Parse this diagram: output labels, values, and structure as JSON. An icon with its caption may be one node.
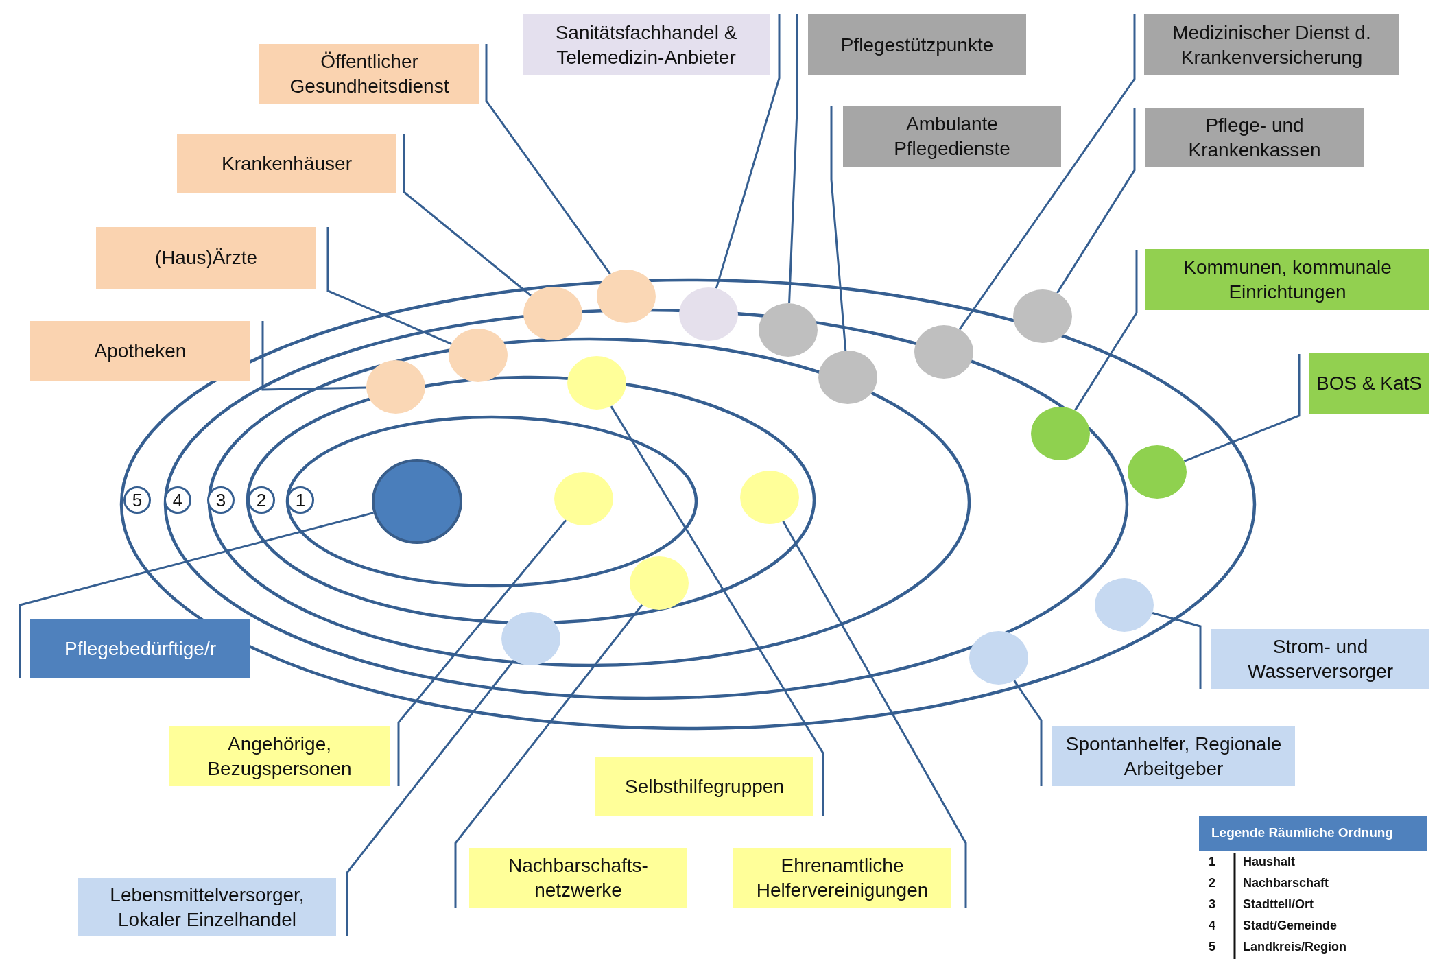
{
  "diagram": {
    "nodes": [
      {
        "text": [
          "Sanitätsfachhandel & Telemedizin-Anbieter"
        ]
      },
      {
        "text": [
          "Pflegestützpunkte"
        ]
      },
      {
        "text": [
          "Medizinischer Dienst d. Krankenversicherung"
        ]
      },
      {
        "text": [
          "Öffentlicher Gesundheitsdienst"
        ]
      },
      {
        "text": [
          "Ambulante Pflegedienste"
        ]
      },
      {
        "text": [
          "Pflege- und Krankenkassen"
        ]
      },
      {
        "text": [
          "Krankenhäuser"
        ]
      },
      {
        "text": [
          "(Haus)Ärzte"
        ]
      },
      {
        "text": [
          "Kommunen, kommunale Einrichtungen"
        ]
      },
      {
        "text": [
          "Apotheken"
        ]
      },
      {
        "text": [
          "BOS & KatS"
        ]
      },
      {
        "text": [
          "Pflegebedürftige/r"
        ]
      },
      {
        "text": [
          "Strom- und Wasserversorger"
        ]
      },
      {
        "text": [
          "Angehörige, Bezugspersonen"
        ]
      },
      {
        "text": [
          "Spontanhelfer, Regionale Arbeitgeber"
        ]
      },
      {
        "text": [
          "Selbsthilfegruppen"
        ]
      },
      {
        "text": [
          "Nachbarschafts- netzwerke"
        ]
      },
      {
        "text": [
          "Ehrenamtliche Helfervereinigungen"
        ]
      },
      {
        "text": [
          "Lebensmittelversorger, Lokaler Einzelhandel"
        ]
      },
      {
        "text": [
          "5"
        ]
      },
      {
        "text": [
          "4"
        ]
      },
      {
        "text": [
          "3"
        ]
      },
      {
        "text": [
          "2"
        ]
      },
      {
        "text": [
          "1"
        ]
      },
      {
        "text": [],
        "shape": "circle"
      },
      {
        "text": [],
        "shape": "circle"
      },
      {
        "text": [],
        "shape": "circle"
      },
      {
        "text": [],
        "shape": "circle"
      },
      {
        "text": [],
        "shape": "circle"
      },
      {
        "text": [],
        "shape": "circle"
      },
      {
        "text": [],
        "shape": "circle"
      },
      {
        "text": [],
        "shape": "circle"
      },
      {
        "text": [],
        "shape": "circle"
      },
      {
        "text": [],
        "shape": "circle"
      },
      {
        "text": [],
        "shape": "circle"
      },
      {
        "text": [],
        "shape": "circle"
      },
      {
        "text": [],
        "shape": "circle"
      },
      {
        "text": [],
        "shape": "circle"
      },
      {
        "text": [],
        "shape": "circle"
      },
      {
        "text": [],
        "shape": "circle"
      },
      {
        "text": [],
        "shape": "circle"
      },
      {
        "text": [],
        "shape": "circle"
      },
      {
        "text": [],
        "shape": "circle"
      }
    ],
    "edges": [
      {
        "from": 0,
        "to": 33,
        "arrow": "none"
      },
      {
        "from": 1,
        "to": 35,
        "arrow": "none"
      },
      {
        "from": 2,
        "to": 37,
        "arrow": "none"
      },
      {
        "from": 3,
        "to": 31,
        "arrow": "none"
      },
      {
        "from": 4,
        "to": 36,
        "arrow": "none"
      },
      {
        "from": 5,
        "to": 39,
        "arrow": "none"
      },
      {
        "from": 6,
        "to": 28,
        "arrow": "none"
      },
      {
        "from": 7,
        "to": 26,
        "arrow": "none"
      },
      {
        "from": 8,
        "to": 40,
        "arrow": "none"
      },
      {
        "from": 9,
        "to": 24,
        "arrow": "none"
      },
      {
        "from": 10,
        "to": 42,
        "arrow": "none"
      },
      {
        "from": 11,
        "to": 25,
        "arrow": "none"
      },
      {
        "from": 12,
        "to": 41,
        "arrow": "none"
      },
      {
        "from": 13,
        "to": 29,
        "arrow": "none"
      },
      {
        "from": 14,
        "to": 38,
        "arrow": "none"
      },
      {
        "from": 15,
        "to": 30,
        "arrow": "none"
      },
      {
        "from": 16,
        "to": 32,
        "arrow": "none"
      },
      {
        "from": 17,
        "to": 34,
        "arrow": "none"
      },
      {
        "from": 18,
        "to": 27,
        "arrow": "none"
      }
    ],
    "labels": [
      "Legende Räumliche Ordnung",
      "1",
      "Haushalt",
      "2",
      "Nachbarschaft",
      "3",
      "Stadtteil/Ort",
      "4",
      "Stadt/Gemeinde",
      "5",
      "Landkreis/Region"
    ]
  }
}
